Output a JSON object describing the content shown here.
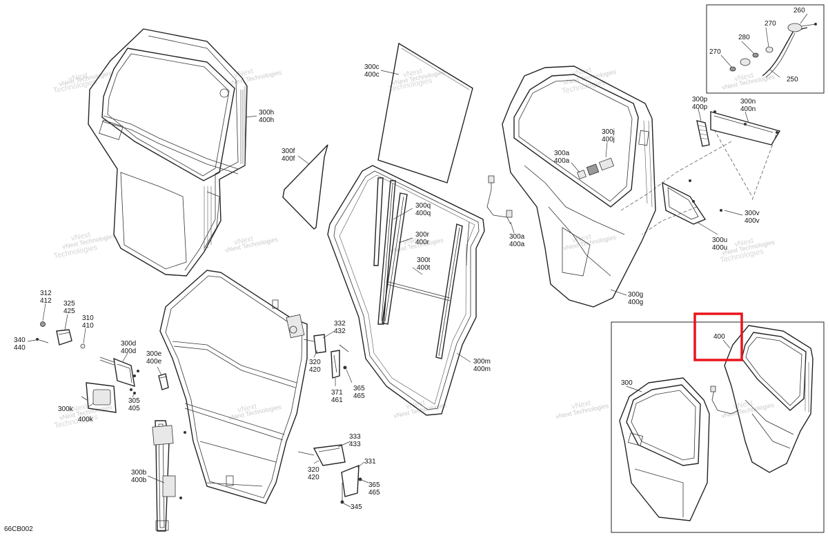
{
  "diagram_code": "66CB002",
  "watermark": {
    "line1": "vNext",
    "line2": "Technologies",
    "full": "vNext Technologies"
  },
  "highlight": {
    "color": "#e8141c",
    "label": "400"
  },
  "labels": {
    "l260": "260",
    "l270a": "270",
    "l270b": "270",
    "l280": "280",
    "l250": "250",
    "l300h": "300h",
    "l400h": "400h",
    "l300c": "300c",
    "l400c": "400c",
    "l300f": "300f",
    "l400f": "400f",
    "l300j": "300j",
    "l400j": "400j",
    "l300a1": "300a",
    "l400a1": "400a",
    "l300a2": "300a",
    "l400a2": "400a",
    "l300q": "300q",
    "l400q": "400q",
    "l300r": "300r",
    "l400r": "400r",
    "l300t": "300t",
    "l400t": "400t",
    "l300p": "300p",
    "l400p": "400p",
    "l300n": "300n",
    "l400n": "400n",
    "l300v": "300v",
    "l400v": "400v",
    "l300u": "300u",
    "l400u": "400u",
    "l300g": "300g",
    "l400g": "400g",
    "l300m": "300m",
    "l400m": "400m",
    "l312": "312",
    "l412": "412",
    "l325": "325",
    "l425": "425",
    "l310": "310",
    "l410": "410",
    "l340": "340",
    "l440": "440",
    "l300d": "300d",
    "l400d": "400d",
    "l300e": "300e",
    "l400e": "400e",
    "l332": "332",
    "l432": "432",
    "l320a": "320",
    "l420a": "420",
    "l365a": "365",
    "l465a": "465",
    "l371": "371",
    "l461": "461",
    "l300k": "300k",
    "l400k": "400k",
    "l305": "305",
    "l405": "405",
    "l333": "333",
    "l433": "433",
    "l331": "331",
    "l320b": "320",
    "l420b": "420",
    "l365b": "365",
    "l465b": "465",
    "l345": "345",
    "l300b": "300b",
    "l400b": "400b",
    "l300inset": "300",
    "l400inset": "400"
  }
}
